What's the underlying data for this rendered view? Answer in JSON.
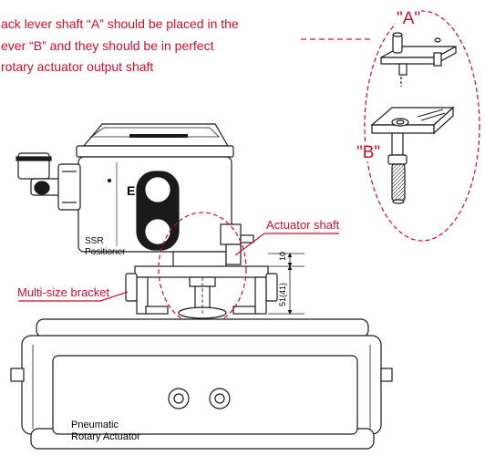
{
  "instruction": {
    "line1": "ack lever shaft “A” should be placed in the",
    "line2": "ever “B” and they should be in perfect",
    "line3": "rotary actuator output shaft"
  },
  "labels": {
    "part_a": "\"A\"",
    "part_b": "\"B\"",
    "actuator_shaft": "Actuator shaft",
    "multi_size_bracket": "Multi-size bracket",
    "dim_top": "10",
    "dim_bottom": "51(41)",
    "positioner_line1": "SSR",
    "positioner_line2": "Positioner",
    "actuator_line1": "Pneumatic",
    "actuator_line2": "Rotary Actuator",
    "display_mark": "E"
  },
  "colors": {
    "accent": "#c8102e",
    "line": "#1a1a1a"
  }
}
